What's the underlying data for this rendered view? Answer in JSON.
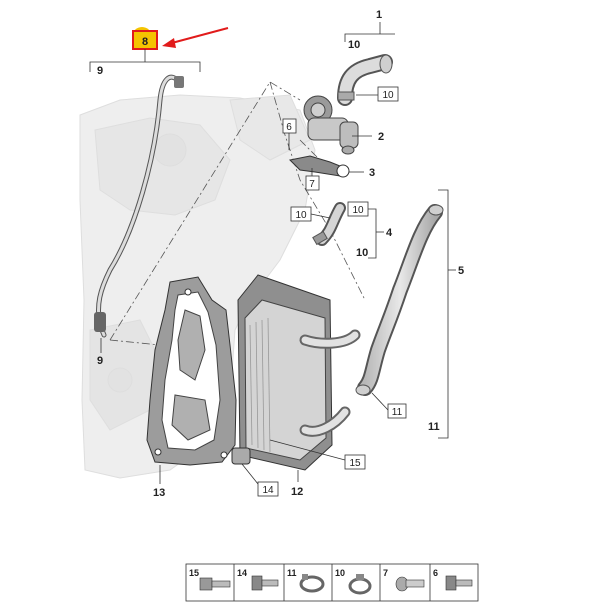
{
  "callouts": {
    "n1": "1",
    "n2": "2",
    "n3": "3",
    "n4": "4",
    "n5": "5",
    "n8": "8",
    "n9_top": "9",
    "n9_bottom": "9",
    "n10_top": "10",
    "n10_box_a": "10",
    "n10_box_b": "10",
    "n10_box_c": "10",
    "n10_mid": "10",
    "n11_box": "11",
    "n11_right": "11",
    "n12": "12",
    "n13": "13",
    "n14": "14",
    "n15": "15",
    "n6": "6",
    "n7": "7"
  },
  "legend": [
    {
      "num": "15",
      "icon": "hex-bolt-flange-icon"
    },
    {
      "num": "14",
      "icon": "hex-bolt-icon"
    },
    {
      "num": "11",
      "icon": "hose-clamp-icon"
    },
    {
      "num": "10",
      "icon": "spring-clamp-icon"
    },
    {
      "num": "7",
      "icon": "stud-bolt-icon"
    },
    {
      "num": "6",
      "icon": "flange-nut-bolt-icon"
    }
  ],
  "colors": {
    "highlight_fill": "#f5c400",
    "highlight_border": "#e11b1b",
    "arrow": "#e11b1b",
    "line": "#333333",
    "part_fill": "#d9d9d9",
    "engine_fill": "#ececec"
  }
}
